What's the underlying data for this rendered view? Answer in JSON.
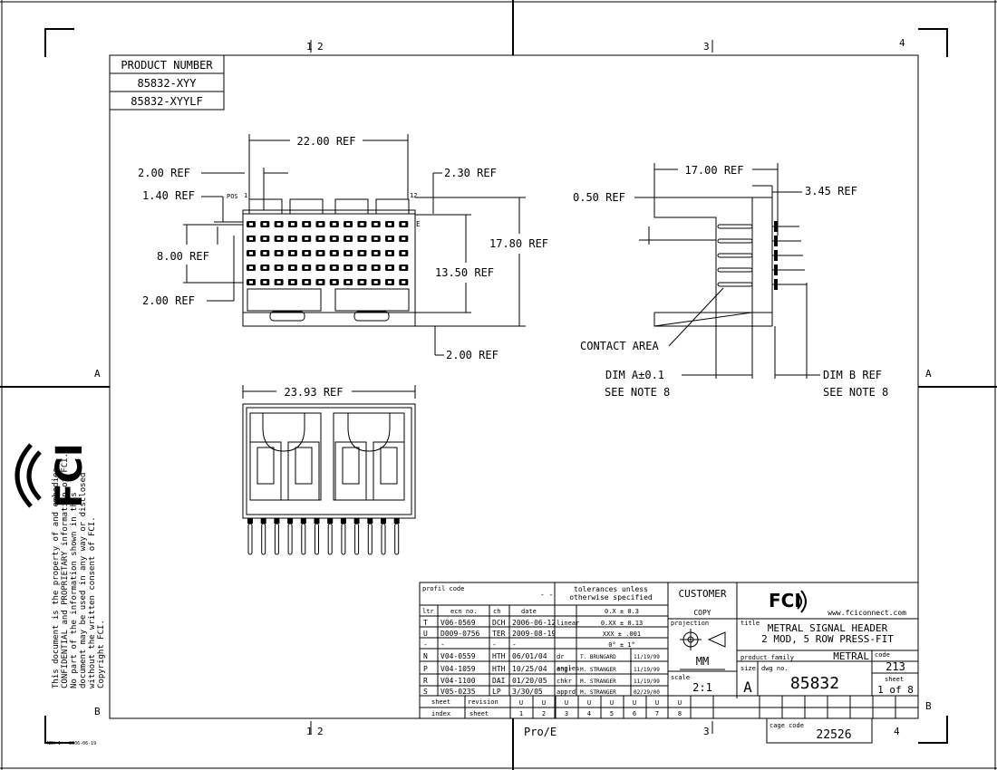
{
  "zones": {
    "top": [
      "1",
      "2",
      "3",
      "4"
    ],
    "bottom": [
      "1",
      "2",
      "3",
      "4"
    ],
    "left": [
      "A",
      "B"
    ],
    "right": [
      "A",
      "B"
    ]
  },
  "product_table": {
    "header": "PRODUCT NUMBER",
    "rows": [
      "85832-XYY",
      "85832-XYYLF"
    ]
  },
  "front_view_dims": {
    "overall_width": "22.00 REF",
    "ref_2_00_top": "2.00 REF",
    "ref_1_40": "1.40 REF",
    "ref_8_00": "8.00 REF",
    "ref_2_00_left": "2.00 REF",
    "ref_2_30": "2.30 REF",
    "ref_17_80": "17.80 REF",
    "ref_13_50": "13.50 REF",
    "ref_2_00_bottom": "2.00 REF",
    "pos_label": "POS",
    "pos_top": "1",
    "pos_right": "12",
    "row_letter": "E"
  },
  "side_view_dims": {
    "ref_17_00": "17.00 REF",
    "ref_3_45": "3.45 REF",
    "ref_0_50": "0.50 REF",
    "contact_area": "CONTACT AREA",
    "dim_a": "DIM A±0.1",
    "dim_b": "DIM B REF",
    "note_a": "SEE NOTE 8",
    "note_b": "SEE NOTE 8"
  },
  "bottom_view_dims": {
    "width": "23.93 REF"
  },
  "logo": {
    "text": "FCI"
  },
  "notice": [
    "This document is the property of and embodies",
    "CONFIDENTIAL and PROPRIETARY information of FCI.",
    "No part of the information shown in this",
    "document may be used in any way or disclosed",
    "without the written consent of FCI.",
    "Copyright FCI."
  ],
  "footer_left": "NEW 1 - 2006-06-19",
  "title_block": {
    "profil_code": "profil code",
    "dash": "- -",
    "tolerances": [
      "tolerances unless",
      "otherwise specified"
    ],
    "customer": "CUSTOMER",
    "copy": "COPY",
    "website": "www.fciconnect.com",
    "rev_headers": [
      "ltr",
      "ecn no.",
      "ch",
      "date"
    ],
    "revisions": [
      [
        "T",
        "V06-0569",
        "DCH",
        "2006-06-12"
      ],
      [
        "U",
        "D009-0756",
        "TER",
        "2009-08-19"
      ],
      [
        "-",
        "-",
        "-",
        "-"
      ],
      [
        "N",
        "V04-0559",
        "HTH",
        "06/01/04"
      ],
      [
        "P",
        "V04-1059",
        "HTH",
        "10/25/04"
      ],
      [
        "R",
        "V04-1100",
        "DAI",
        "01/20/05"
      ],
      [
        "S",
        "V05-0235",
        "LP",
        "3/30/05"
      ]
    ],
    "tol_labels": [
      "linear",
      "angles"
    ],
    "tol_values": [
      "0.X ± 0.3",
      "0.XX ± 0.13",
      "XXX ± .001",
      "0° ± 1°"
    ],
    "roles": [
      "dr",
      "engr",
      "chkr",
      "apprd"
    ],
    "signers": [
      [
        "T. BRUNGARD",
        "11/19/99"
      ],
      [
        "M. STRANGER",
        "11/19/99"
      ],
      [
        "M. STRANGER",
        "11/19/99"
      ],
      [
        "M. STRANGER",
        "02/29/00"
      ]
    ],
    "projection": "projection",
    "units": "MM",
    "scale_label": "scale",
    "scale": "2:1",
    "title_label": "title",
    "title_lines": [
      "METRAL SIGNAL HEADER",
      "2 MOD, 5 ROW PRESS-FIT"
    ],
    "product_family_label": "product family",
    "product_family": "METRAL",
    "code_label": "code",
    "code": "213",
    "size_label": "size",
    "size": "A",
    "dwg_label": "dwg no.",
    "dwg_no": "85832",
    "sheet_label": "sheet",
    "sheet": "1 of 8",
    "sheet_row_label": "sheet",
    "index_label": "index",
    "revision_label": "revision",
    "sheet_row_word": "sheet",
    "index_revs": [
      "U",
      "U",
      "U",
      "U",
      "U",
      "U",
      "U",
      "U"
    ],
    "index_sheets": [
      "1",
      "2",
      "3",
      "4",
      "5",
      "6",
      "7",
      "8"
    ]
  },
  "cage_code": {
    "label": "cage code",
    "value": "22526"
  },
  "proe": "Pro/E"
}
